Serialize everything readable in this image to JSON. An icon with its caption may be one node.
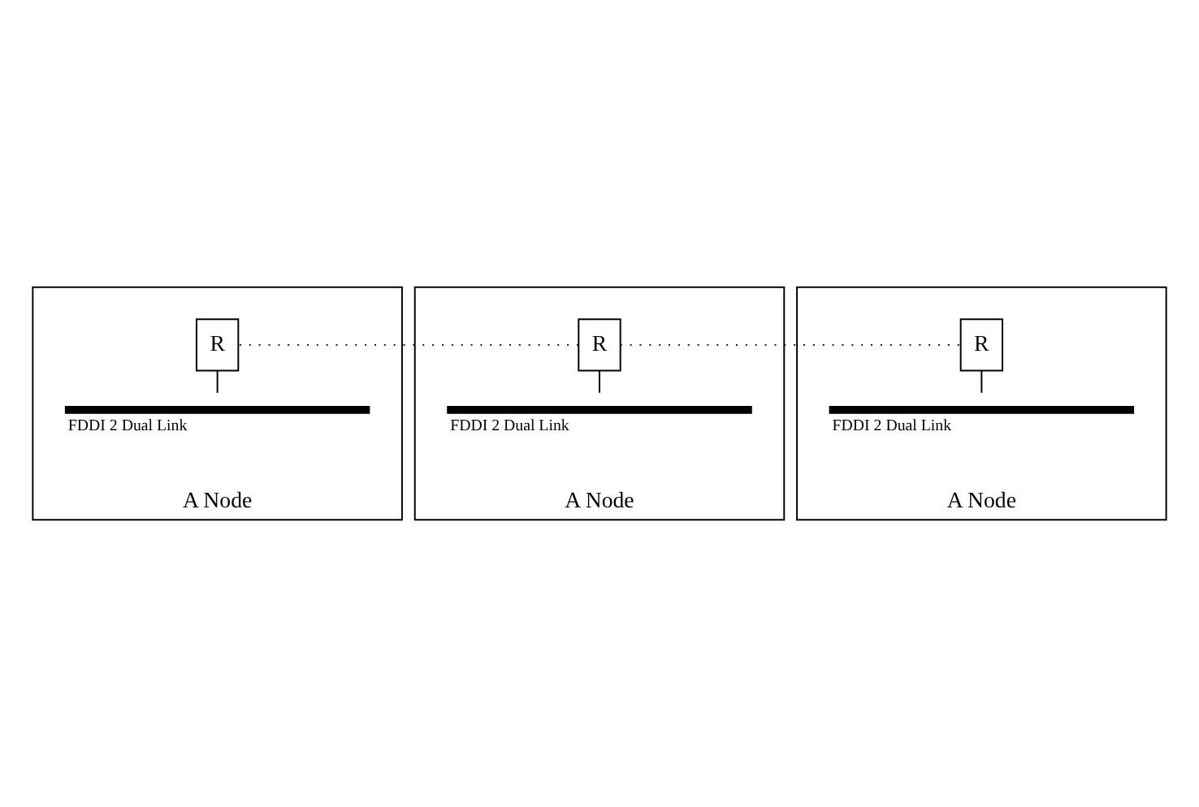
{
  "diagram": {
    "nodes": [
      {
        "text": [
          "A Node"
        ]
      },
      {
        "text": [
          "R"
        ],
        "in": 0
      },
      {
        "text": [],
        "shape": "bar",
        "beside": [
          "FDDI 2 Dual Link"
        ],
        "in": 0
      },
      {
        "text": [
          "A Node"
        ]
      },
      {
        "text": [
          "R"
        ],
        "in": 3
      },
      {
        "text": [],
        "shape": "bar",
        "beside": [
          "FDDI 2 Dual Link"
        ],
        "in": 3
      },
      {
        "text": [
          "A Node"
        ]
      },
      {
        "text": [
          "R"
        ],
        "in": 6
      },
      {
        "text": [],
        "shape": "bar",
        "beside": [
          "FDDI 2 Dual Link"
        ],
        "in": 6
      }
    ],
    "edges": [
      {
        "from": 1,
        "to": 2,
        "arrow": "none"
      },
      {
        "from": 4,
        "to": 5,
        "arrow": "none"
      },
      {
        "from": 7,
        "to": 8,
        "arrow": "none"
      },
      {
        "from": 4,
        "to": 1,
        "arrow": "none",
        "style": "dashed"
      },
      {
        "from": 4,
        "to": 7,
        "arrow": "none",
        "style": "dashed"
      }
    ]
  }
}
